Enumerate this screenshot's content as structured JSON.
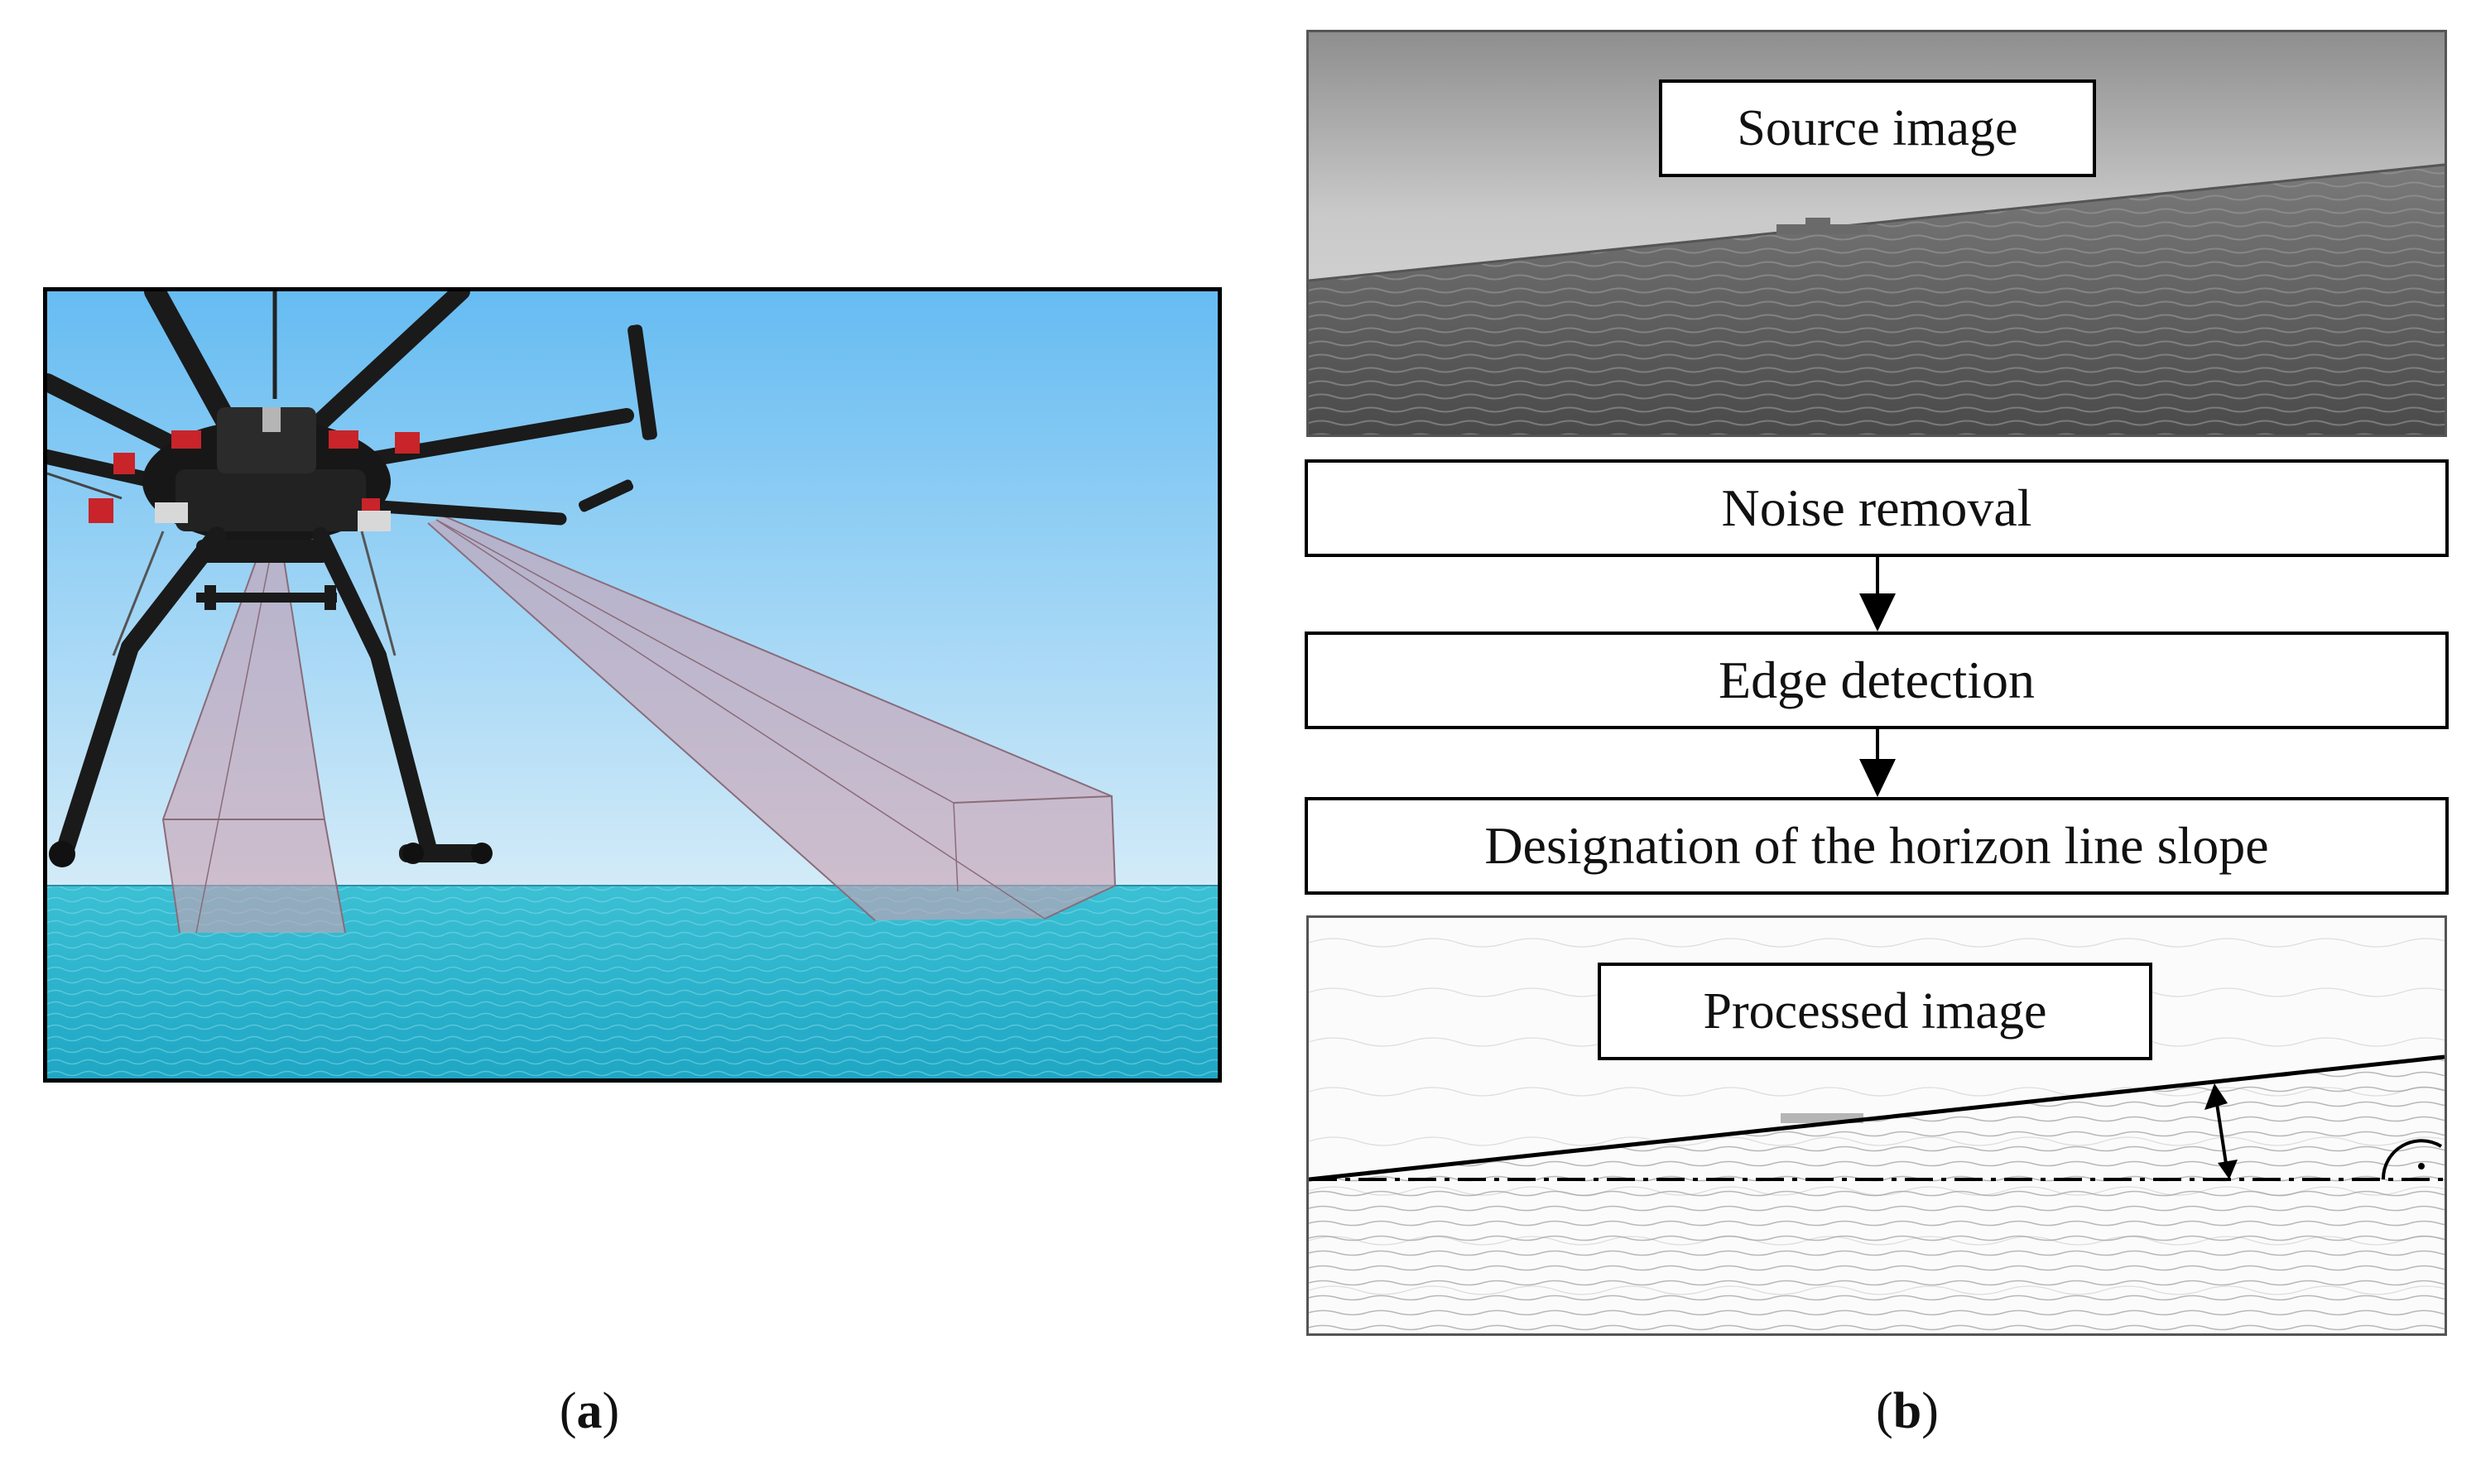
{
  "panel_a": {
    "label_open": "(",
    "label_letter": "a",
    "label_close": ")"
  },
  "panel_b": {
    "label_open": "(",
    "label_letter": "b",
    "label_close": ")",
    "source_image_label": "Source image",
    "steps": [
      "Noise removal",
      "Edge detection",
      "Designation of the horizon line slope"
    ],
    "processed_image_label": "Processed image"
  },
  "colors": {
    "sky_top": "#6ac0f2",
    "sky_bottom": "#cfe8f7",
    "sea": "#2fb4cc",
    "beam": "#c9a1b3",
    "drone": "#1a1a1a",
    "motor_accent": "#c8242a"
  }
}
